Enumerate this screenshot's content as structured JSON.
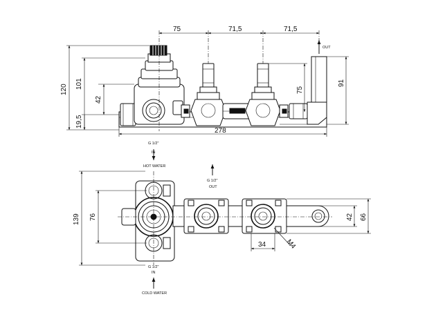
{
  "drawing": {
    "top_view": {
      "dims": {
        "w1": "75",
        "w2": "71,5",
        "w3": "71,5",
        "h120": "120",
        "h101": "101",
        "h42": "42",
        "h19": "19,5",
        "h75": "75",
        "h91": "91",
        "len": "278"
      },
      "out_label": "OUT"
    },
    "bottom_view": {
      "dims": {
        "h139": "139",
        "h76": "76",
        "d34": "34",
        "h42": "42",
        "h66": "66",
        "m4": "M4"
      },
      "hot_thread": "G 1/2\"",
      "hot_in": "IN",
      "hot_label": "HOT WATER",
      "out_thread": "G 1/2\"",
      "out_label": "OUT",
      "cold_thread": "G 1/2\"",
      "cold_in": "IN",
      "cold_label": "COLD WATER"
    }
  }
}
